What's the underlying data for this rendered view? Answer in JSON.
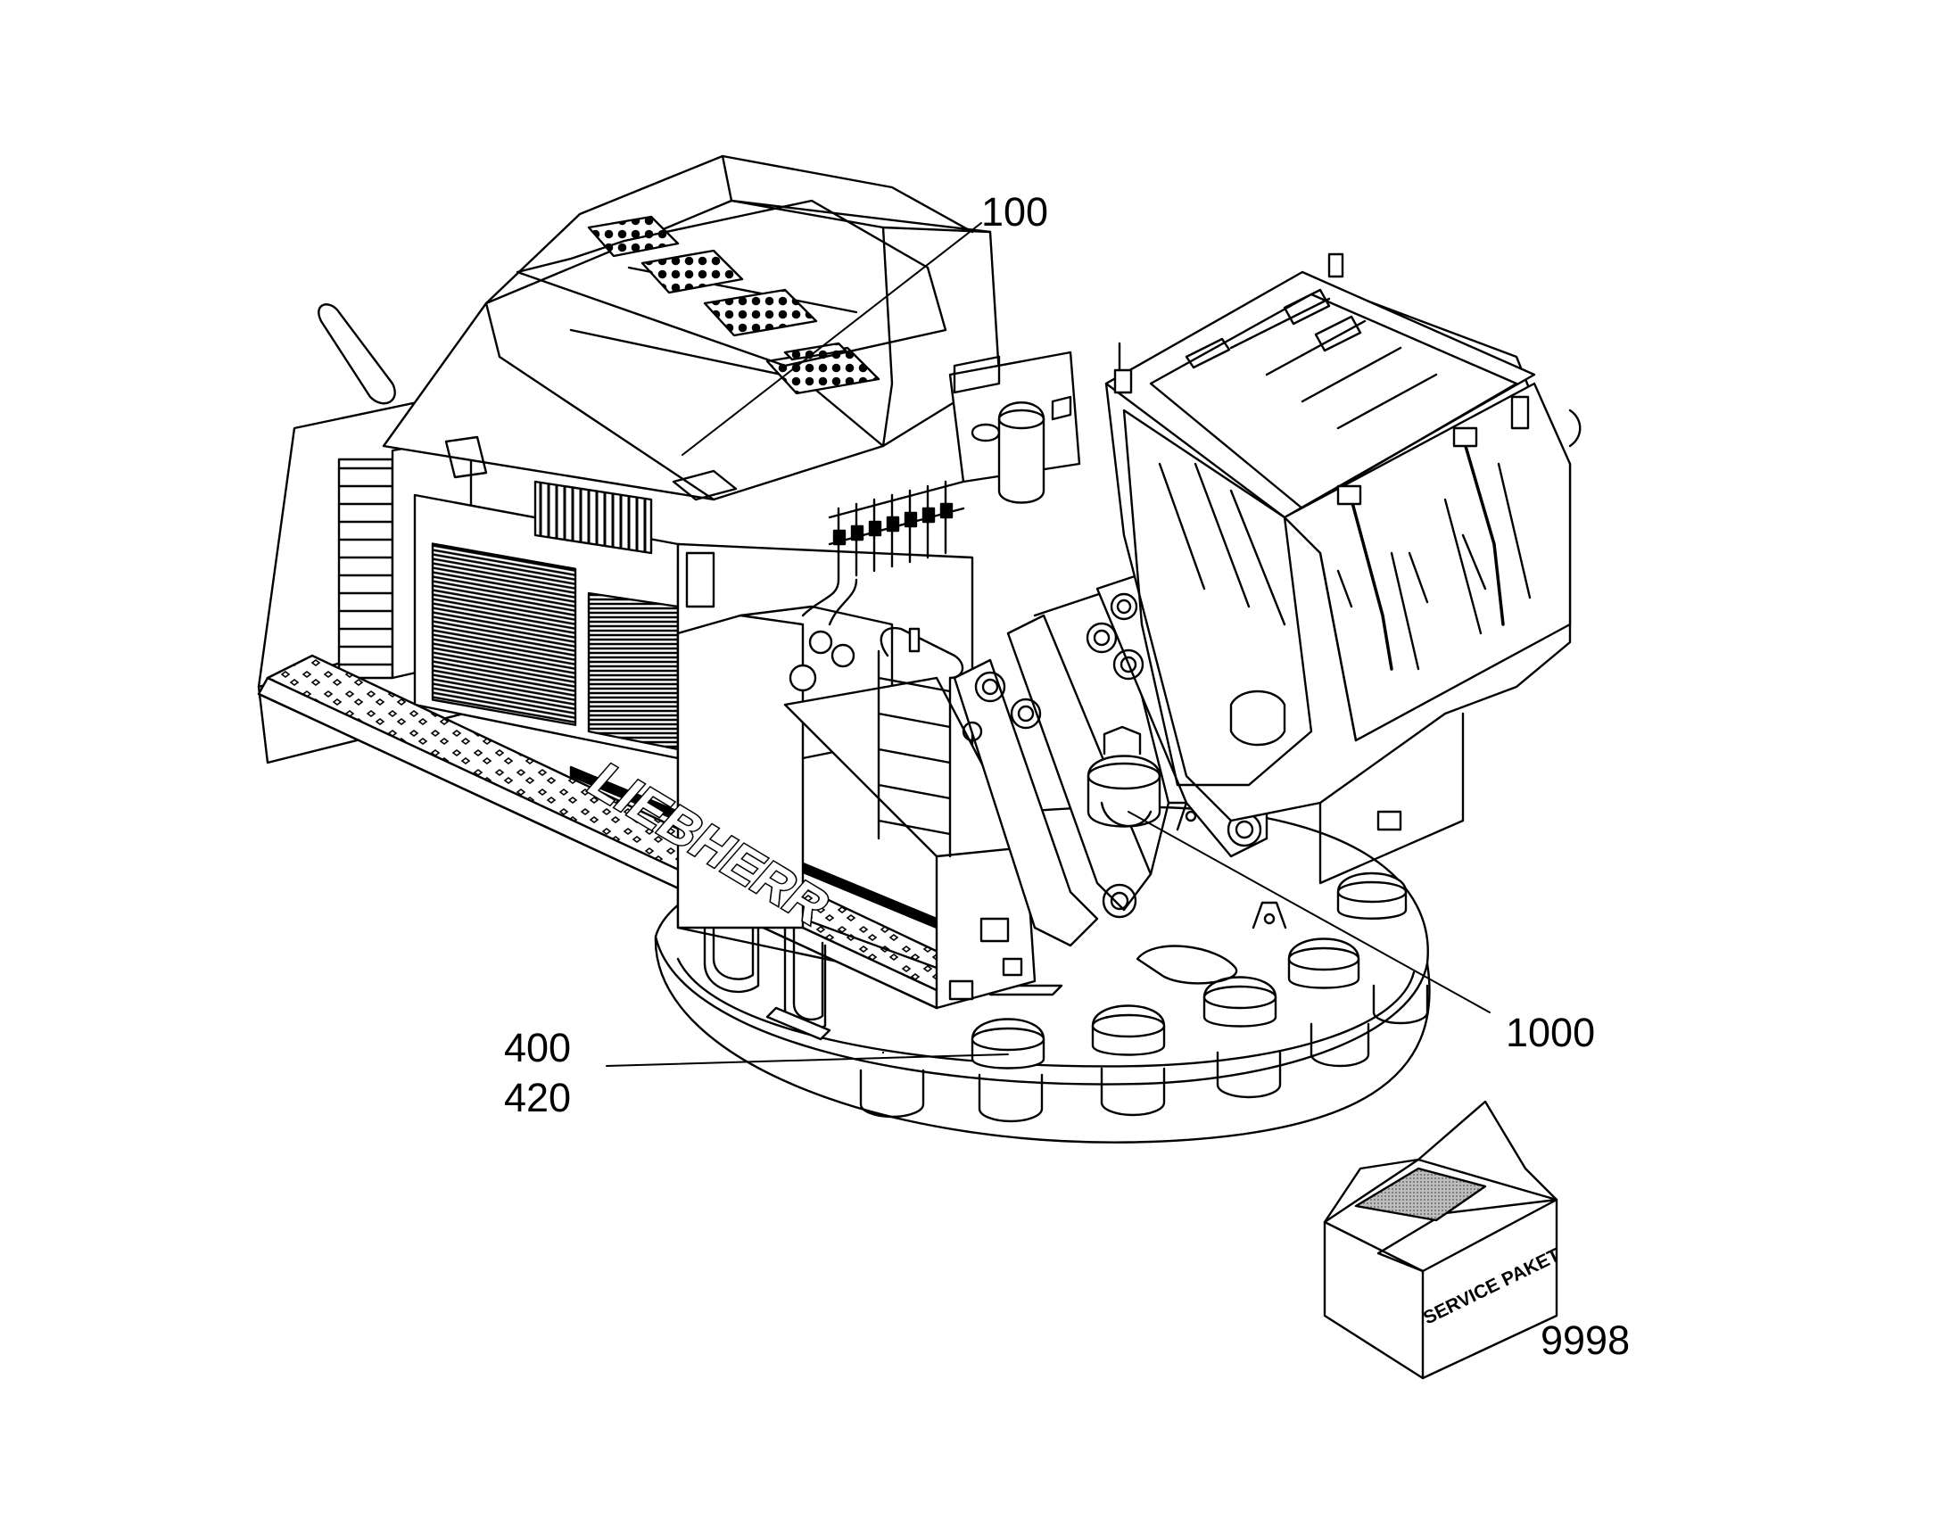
{
  "callouts": [
    {
      "id": "100",
      "text": "100"
    },
    {
      "id": "1000",
      "text": "1000"
    },
    {
      "id": "400",
      "text": "400"
    },
    {
      "id": "420",
      "text": "420"
    },
    {
      "id": "9998",
      "text": "9998"
    }
  ],
  "machine": {
    "brand_lettering": "LIEBHERR"
  },
  "service_box": {
    "label": "SERVICE PAKET"
  },
  "colors": {
    "line": "#000000",
    "background": "#ffffff",
    "hatch_fill": "#7a7a7a"
  }
}
